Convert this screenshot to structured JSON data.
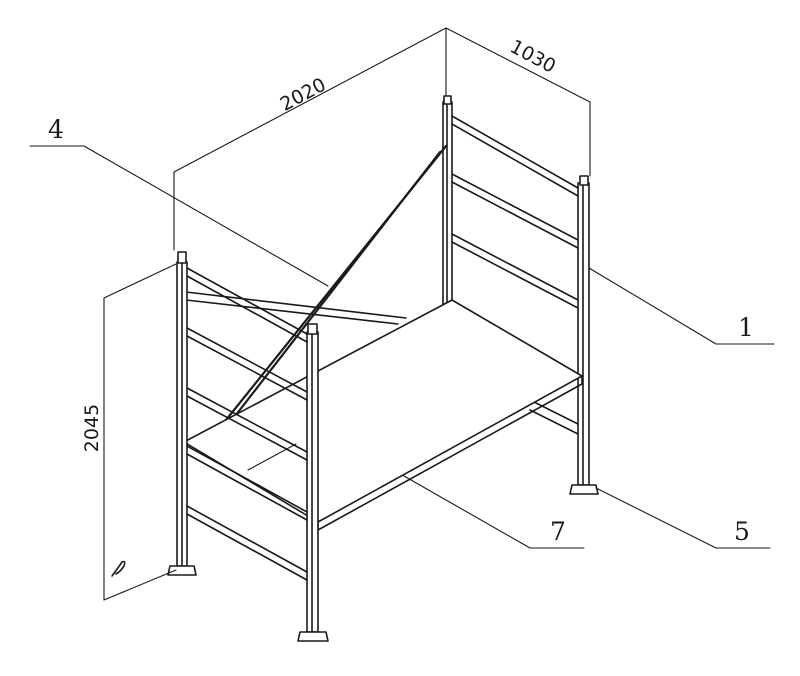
{
  "dimensions": {
    "length": "2020",
    "width": "1030",
    "height": "2045"
  },
  "callouts": {
    "label_1": "1",
    "label_4": "4",
    "label_5": "5",
    "label_7": "7"
  }
}
